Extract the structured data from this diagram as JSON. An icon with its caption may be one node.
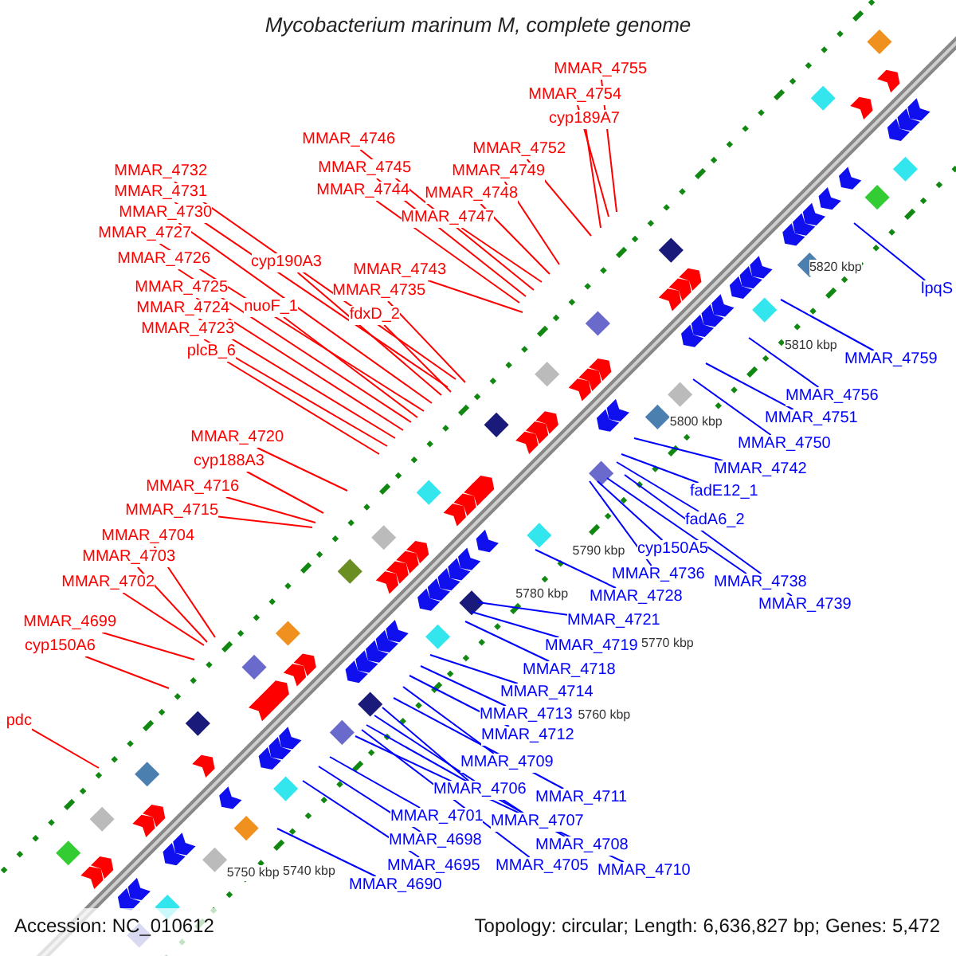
{
  "diagram": {
    "title": "Mycobacterium marinum M, complete genome",
    "nodes": [
      {
        "text": [
          "MMAR_4755"
        ]
      },
      {
        "text": [
          "MMAR_4754"
        ]
      },
      {
        "text": [
          "cyp189A7"
        ]
      },
      {
        "text": [
          "MMAR_4752"
        ]
      },
      {
        "text": [
          "MMAR_4749"
        ]
      },
      {
        "text": [
          "MMAR_4748"
        ]
      },
      {
        "text": [
          "MMAR_4747"
        ]
      },
      {
        "text": [
          "MMAR_4746"
        ]
      },
      {
        "text": [
          "MMAR_4745"
        ]
      },
      {
        "text": [
          "MMAR_4744"
        ]
      },
      {
        "text": [
          "MMAR_4743"
        ]
      },
      {
        "text": [
          "MMAR_4735"
        ]
      },
      {
        "text": [
          "fdxD_2"
        ]
      },
      {
        "text": [
          "cyp190A3"
        ]
      },
      {
        "text": [
          "nuoF_1"
        ]
      },
      {
        "text": [
          "MMAR_4732"
        ]
      },
      {
        "text": [
          "MMAR_4731"
        ]
      },
      {
        "text": [
          "MMAR_4730"
        ]
      },
      {
        "text": [
          "MMAR_4727"
        ]
      },
      {
        "text": [
          "MMAR_4726"
        ]
      },
      {
        "text": [
          "MMAR_4725"
        ]
      },
      {
        "text": [
          "MMAR_4724"
        ]
      },
      {
        "text": [
          "MMAR_4723"
        ]
      },
      {
        "text": [
          "plcB_6"
        ]
      },
      {
        "text": [
          "MMAR_4720"
        ]
      },
      {
        "text": [
          "cyp188A3"
        ]
      },
      {
        "text": [
          "MMAR_4716"
        ]
      },
      {
        "text": [
          "MMAR_4715"
        ]
      },
      {
        "text": [
          "MMAR_4704"
        ]
      },
      {
        "text": [
          "MMAR_4703"
        ]
      },
      {
        "text": [
          "MMAR_4702"
        ]
      },
      {
        "text": [
          "MMAR_4699"
        ]
      },
      {
        "text": [
          "cyp150A6"
        ]
      },
      {
        "text": [
          "pdc"
        ]
      },
      {
        "text": [
          "lpqS"
        ]
      },
      {
        "text": [
          "MMAR_4759"
        ]
      },
      {
        "text": [
          "MMAR_4756"
        ]
      },
      {
        "text": [
          "MMAR_4751"
        ]
      },
      {
        "text": [
          "MMAR_4750"
        ]
      },
      {
        "text": [
          "MMAR_4742"
        ]
      },
      {
        "text": [
          "fadE12_1"
        ]
      },
      {
        "text": [
          "fadA6_2"
        ]
      },
      {
        "text": [
          "cyp150A5"
        ]
      },
      {
        "text": [
          "MMAR_4736"
        ]
      },
      {
        "text": [
          "MMAR_4738"
        ]
      },
      {
        "text": [
          "MMAR_4739"
        ]
      },
      {
        "text": [
          "MMAR_4728"
        ]
      },
      {
        "text": [
          "MMAR_4721"
        ]
      },
      {
        "text": [
          "MMAR_4719"
        ]
      },
      {
        "text": [
          "MMAR_4718"
        ]
      },
      {
        "text": [
          "MMAR_4714"
        ]
      },
      {
        "text": [
          "MMAR_4713"
        ]
      },
      {
        "text": [
          "MMAR_4712"
        ]
      },
      {
        "text": [
          "MMAR_4709"
        ]
      },
      {
        "text": [
          "MMAR_4706"
        ]
      },
      {
        "text": [
          "MMAR_4711"
        ]
      },
      {
        "text": [
          "MMAR_4701"
        ]
      },
      {
        "text": [
          "MMAR_4707"
        ]
      },
      {
        "text": [
          "MMAR_4698"
        ]
      },
      {
        "text": [
          "MMAR_4708"
        ]
      },
      {
        "text": [
          "MMAR_4695"
        ]
      },
      {
        "text": [
          "MMAR_4705"
        ]
      },
      {
        "text": [
          "MMAR_4710"
        ]
      },
      {
        "text": [
          "MMAR_4690"
        ]
      }
    ],
    "edges": [
      {
        "from": 0,
        "to": null,
        "arrow": "none"
      },
      {
        "from": 1,
        "to": null,
        "arrow": "none"
      },
      {
        "from": 2,
        "to": null,
        "arrow": "none"
      },
      {
        "from": 3,
        "to": null,
        "arrow": "none"
      },
      {
        "from": 4,
        "to": null,
        "arrow": "none"
      },
      {
        "from": 5,
        "to": null,
        "arrow": "none"
      },
      {
        "from": 6,
        "to": null,
        "arrow": "none"
      },
      {
        "from": 7,
        "to": null,
        "arrow": "none"
      },
      {
        "from": 8,
        "to": null,
        "arrow": "none"
      },
      {
        "from": 9,
        "to": null,
        "arrow": "none"
      },
      {
        "from": 10,
        "to": null,
        "arrow": "none"
      },
      {
        "from": 11,
        "to": null,
        "arrow": "none"
      },
      {
        "from": 12,
        "to": null,
        "arrow": "none"
      },
      {
        "from": 13,
        "to": null,
        "arrow": "none"
      },
      {
        "from": 14,
        "to": null,
        "arrow": "none"
      },
      {
        "from": 15,
        "to": null,
        "arrow": "none"
      },
      {
        "from": 16,
        "to": null,
        "arrow": "none"
      },
      {
        "from": 17,
        "to": null,
        "arrow": "none"
      },
      {
        "from": 18,
        "to": null,
        "arrow": "none"
      },
      {
        "from": 19,
        "to": null,
        "arrow": "none"
      },
      {
        "from": 20,
        "to": null,
        "arrow": "none"
      },
      {
        "from": 21,
        "to": null,
        "arrow": "none"
      },
      {
        "from": 22,
        "to": null,
        "arrow": "none"
      },
      {
        "from": 23,
        "to": null,
        "arrow": "none"
      },
      {
        "from": 24,
        "to": null,
        "arrow": "none"
      },
      {
        "from": 25,
        "to": null,
        "arrow": "none"
      },
      {
        "from": 26,
        "to": null,
        "arrow": "none"
      },
      {
        "from": 27,
        "to": null,
        "arrow": "none"
      },
      {
        "from": 28,
        "to": null,
        "arrow": "none"
      },
      {
        "from": 29,
        "to": null,
        "arrow": "none"
      },
      {
        "from": 30,
        "to": null,
        "arrow": "none"
      },
      {
        "from": 31,
        "to": null,
        "arrow": "none"
      },
      {
        "from": 32,
        "to": null,
        "arrow": "none"
      },
      {
        "from": 33,
        "to": null,
        "arrow": "none"
      },
      {
        "from": 34,
        "to": null,
        "arrow": "none",
        "color": "#0000ff"
      },
      {
        "from": 35,
        "to": null,
        "arrow": "none",
        "color": "#0000ff"
      },
      {
        "from": 36,
        "to": null,
        "arrow": "none",
        "color": "#0000ff"
      },
      {
        "from": 37,
        "to": null,
        "arrow": "none",
        "color": "#0000ff"
      },
      {
        "from": 38,
        "to": null,
        "arrow": "none",
        "color": "#0000ff"
      },
      {
        "from": 39,
        "to": null,
        "arrow": "none",
        "color": "#0000ff"
      },
      {
        "from": 40,
        "to": null,
        "arrow": "none",
        "color": "#0000ff"
      },
      {
        "from": 41,
        "to": null,
        "arrow": "none",
        "color": "#0000ff"
      },
      {
        "from": 42,
        "to": null,
        "arrow": "none",
        "color": "#0000ff"
      },
      {
        "from": 43,
        "to": null,
        "arrow": "none",
        "color": "#0000ff"
      },
      {
        "from": 44,
        "to": null,
        "arrow": "none",
        "color": "#0000ff"
      },
      {
        "from": 45,
        "to": null,
        "arrow": "none",
        "color": "#0000ff"
      },
      {
        "from": 46,
        "to": null,
        "arrow": "none",
        "color": "#0000ff"
      },
      {
        "from": 47,
        "to": null,
        "arrow": "none",
        "color": "#0000ff"
      },
      {
        "from": 48,
        "to": null,
        "arrow": "none",
        "color": "#0000ff"
      },
      {
        "from": 49,
        "to": null,
        "arrow": "none",
        "color": "#0000ff"
      },
      {
        "from": 50,
        "to": null,
        "arrow": "none",
        "color": "#0000ff"
      },
      {
        "from": 51,
        "to": null,
        "arrow": "none",
        "color": "#0000ff"
      },
      {
        "from": 52,
        "to": null,
        "arrow": "none",
        "color": "#0000ff"
      },
      {
        "from": 53,
        "to": null,
        "arrow": "none",
        "color": "#0000ff"
      },
      {
        "from": 54,
        "to": null,
        "arrow": "none",
        "color": "#0000ff"
      },
      {
        "from": 55,
        "to": null,
        "arrow": "none",
        "color": "#0000ff"
      },
      {
        "from": 56,
        "to": null,
        "arrow": "none",
        "color": "#0000ff"
      },
      {
        "from": 57,
        "to": null,
        "arrow": "none",
        "color": "#0000ff"
      },
      {
        "from": 58,
        "to": null,
        "arrow": "none",
        "color": "#0000ff"
      },
      {
        "from": 59,
        "to": null,
        "arrow": "none",
        "color": "#0000ff"
      },
      {
        "from": 60,
        "to": null,
        "arrow": "none",
        "color": "#0000ff"
      },
      {
        "from": 61,
        "to": null,
        "arrow": "none",
        "color": "#0000ff"
      },
      {
        "from": 62,
        "to": null,
        "arrow": "none",
        "color": "#0000ff"
      },
      {
        "from": 63,
        "to": null,
        "arrow": "none",
        "color": "#0000ff"
      }
    ],
    "labels": [
      "5820 kbp",
      "5810 kbp",
      "5800 kbp",
      "5790 kbp",
      "5780 kbp",
      "5770 kbp",
      "5760 kbp",
      "5750 kbp",
      "5740 kbp",
      "Accession: NC_010612",
      "Topology: circular; Length: 6,636,827 bp; Genes: 5,472"
    ]
  }
}
